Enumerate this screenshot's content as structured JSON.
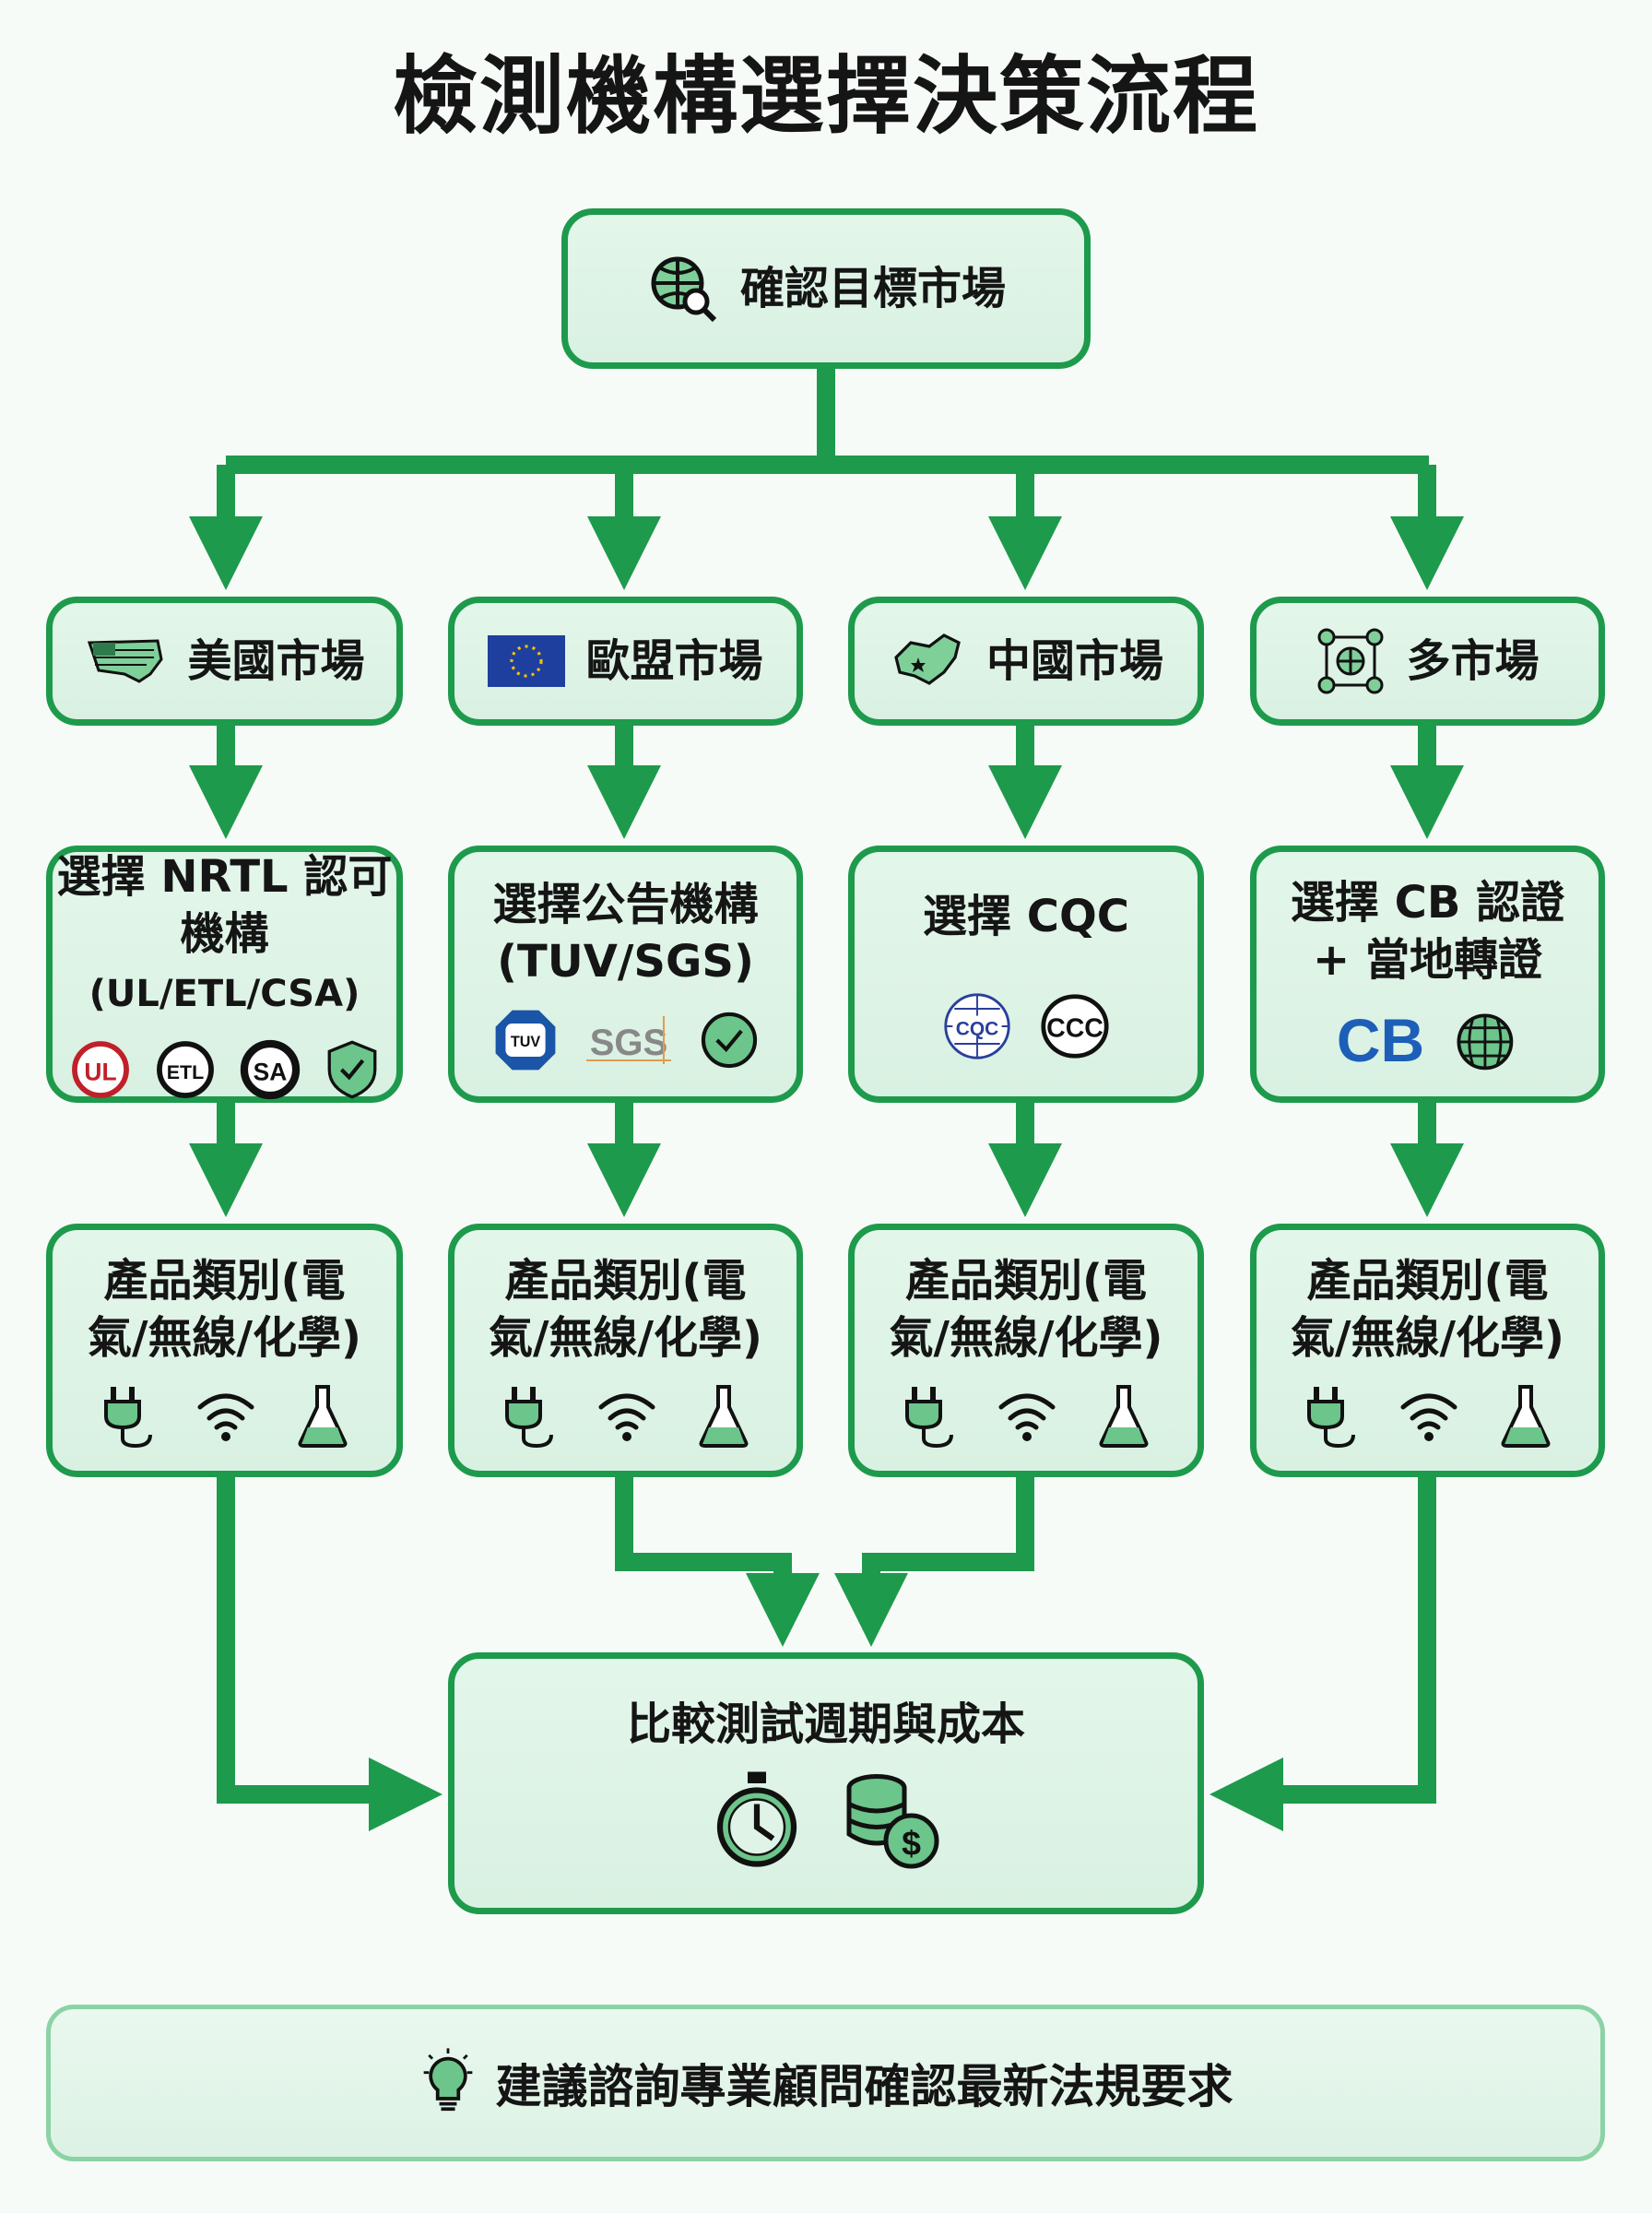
{
  "title": "檢測機構選擇決策流程",
  "start": {
    "label": "確認目標市場",
    "icon": "globe-search-icon"
  },
  "markets": [
    {
      "label": "美國市場",
      "icon": "usa-map-flag-icon"
    },
    {
      "label": "歐盟市場",
      "icon": "eu-flag-icon"
    },
    {
      "label": "中國市場",
      "icon": "china-map-icon"
    },
    {
      "label": "多市場",
      "icon": "network-globe-icon"
    }
  ],
  "bodies": [
    {
      "line1": "選擇 NRTL 認可",
      "line2a": "機構",
      "line2b": "(UL/ETL/CSA)",
      "logos": [
        "UL",
        "ETL",
        "SA"
      ]
    },
    {
      "line1": "選擇公告機構",
      "line2": "(TUV/SGS)",
      "logos": [
        "TUV",
        "SGS"
      ]
    },
    {
      "line1": "選擇 CQC",
      "logos": [
        "CQC",
        "CCC"
      ]
    },
    {
      "line1": "選擇 CB 認證",
      "line2": "+ 當地轉證",
      "logos": [
        "CB"
      ]
    }
  ],
  "category": {
    "line1": "產品類別(電",
    "line2": "氣/無線/化學)",
    "icons": [
      "plug-icon",
      "wifi-icon",
      "flask-icon"
    ]
  },
  "compare": {
    "label": "比較測試週期與成本",
    "icons": [
      "stopwatch-icon",
      "coins-dollar-icon"
    ]
  },
  "footer": {
    "label": "建議諮詢專業顧問確認最新法規要求",
    "icon": "lightbulb-icon"
  },
  "colors": {
    "accent": "#1e9a4c",
    "box_fill": "#dff4e7",
    "background": "#f7fbf8"
  }
}
